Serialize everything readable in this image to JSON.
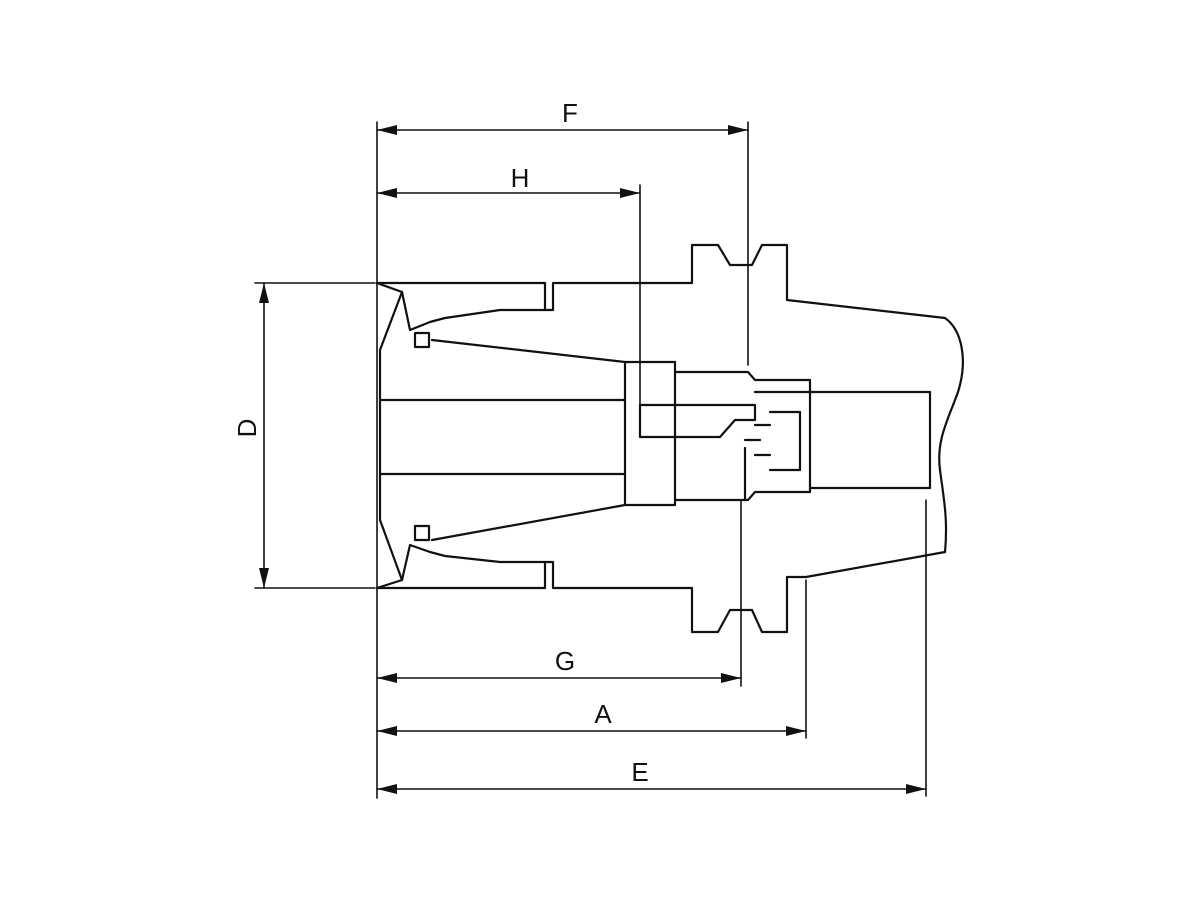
{
  "dimensions": {
    "A": "A",
    "D": "D",
    "E": "E",
    "F": "F",
    "G": "G",
    "H": "H"
  },
  "colors": {
    "line": "#111111",
    "background": "#ffffff"
  }
}
